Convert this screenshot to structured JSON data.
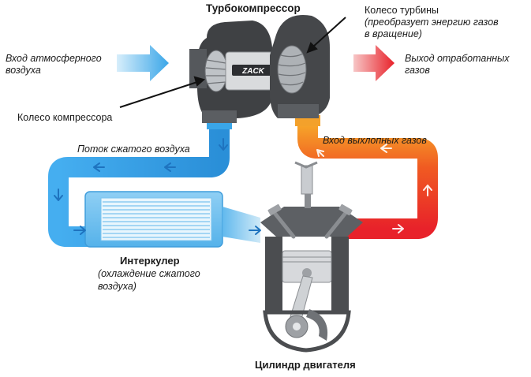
{
  "title": "Турбокомпрессор",
  "labels": {
    "turbine_wheel_line1": "Колесо турбины",
    "turbine_wheel_line2": "(преобразует энергию газов",
    "turbine_wheel_line3": "в вращение)",
    "air_inlet_line1": "Вход атмосферного",
    "air_inlet_line2": "воздуха",
    "exhaust_out_line1": "Выход отработанных",
    "exhaust_out_line2": "газов",
    "compressor_wheel": "Колесо компрессора",
    "compressed_air_flow": "Поток сжатого воздуха",
    "exhaust_inlet": "Вход выхлопных газов",
    "intercooler_title": "Интеркулер",
    "intercooler_sub1": "(охлаждение сжатого",
    "intercooler_sub2": "воздуха)",
    "cylinder": "Цилиндр двигателя"
  },
  "logo_text": "ZACK",
  "colors": {
    "cold_air": "#2f9fe0",
    "hot_exhaust": "#e52b2b",
    "warm_exhaust": "#f3a12b",
    "metal": "#4b4d50"
  },
  "icons": [
    "air-inlet-arrow-icon",
    "exhaust-outlet-arrow-icon",
    "flow-arrow-icon"
  ]
}
